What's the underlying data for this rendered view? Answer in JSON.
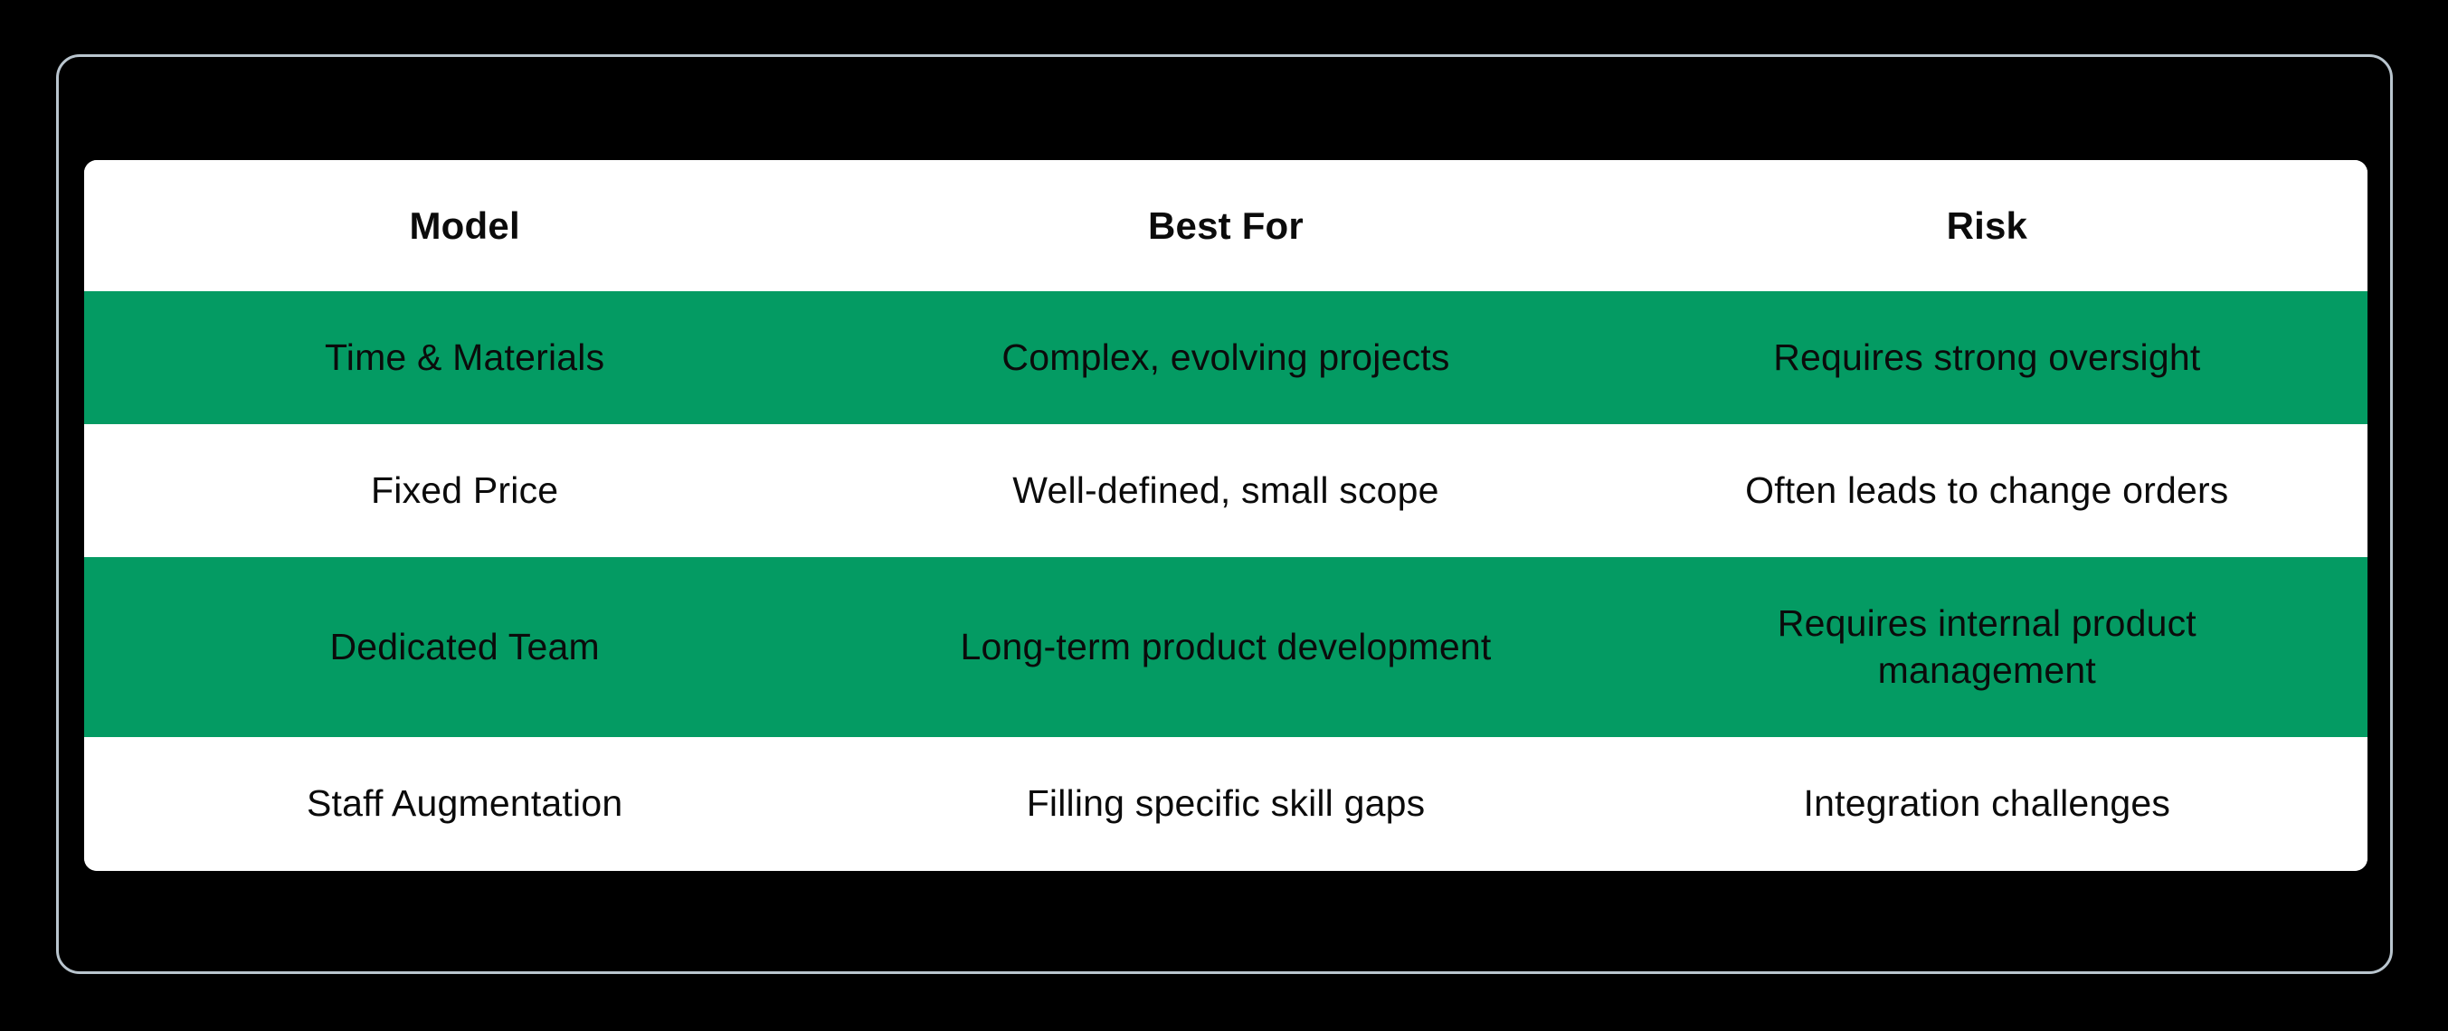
{
  "chart_data": {
    "type": "table",
    "columns": [
      "Model",
      "Best For",
      "Risk"
    ],
    "rows": [
      [
        "Time & Materials",
        "Complex, evolving projects",
        "Requires strong oversight"
      ],
      [
        "Fixed Price",
        "Well-defined, small scope",
        "Often leads to change orders"
      ],
      [
        "Dedicated Team",
        "Long-term product development",
        "Requires internal product management"
      ],
      [
        "Staff Augmentation",
        "Filling specific skill gaps",
        "Integration challenges"
      ]
    ],
    "highlighted_rows": [
      0,
      2
    ],
    "title": "",
    "legend_position": "none",
    "grid": false
  },
  "colors": {
    "canvas_background": "#000000",
    "frame_border": "#b9c5ce",
    "table_background": "#ffffff",
    "row_highlight": "#049b63",
    "text": "#0b0b0b"
  }
}
